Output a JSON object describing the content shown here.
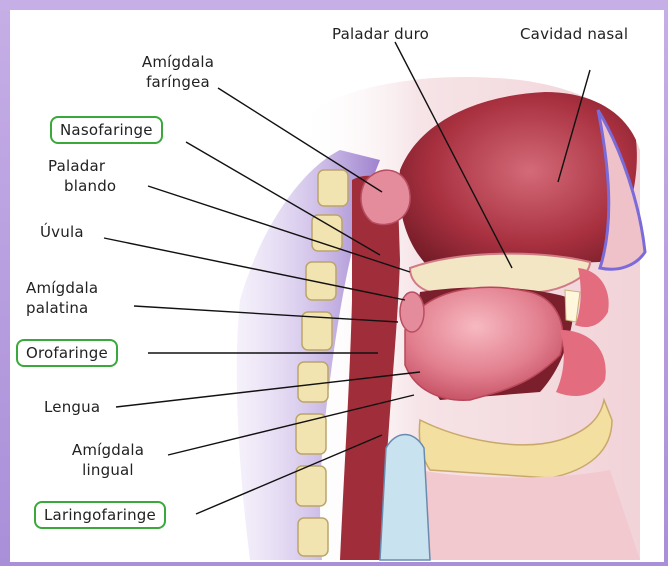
{
  "labels": {
    "paladar_duro": "Paladar duro",
    "cavidad_nasal": "Cavidad nasal",
    "amigdala_faringea": [
      "Amígdala",
      "faríngea"
    ],
    "nasofaringe": "Nasofaringe",
    "paladar_blando": [
      "Paladar",
      "blando"
    ],
    "uvula": "Úvula",
    "amigdala_palatina": [
      "Amígdala",
      "palatina"
    ],
    "orofaringe": "Orofaringe",
    "lengua": "Lengua",
    "amigdala_lingual": [
      "Amígdala",
      "lingual"
    ],
    "laringofaringe": "Laringofaringe"
  },
  "highlight_color": "#3aa83a"
}
